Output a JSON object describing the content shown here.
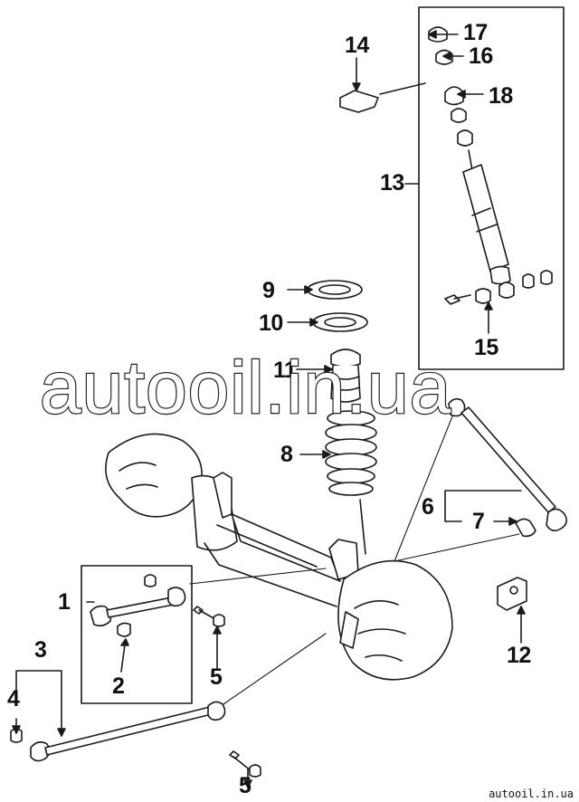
{
  "callouts": [
    "1",
    "2",
    "3",
    "4",
    "5",
    "5",
    "6",
    "7",
    "8",
    "9",
    "10",
    "11",
    "12",
    "13",
    "14",
    "15",
    "16",
    "17",
    "18"
  ],
  "watermark": "autooil.in.ua",
  "footer_url": "autooil.in.ua"
}
